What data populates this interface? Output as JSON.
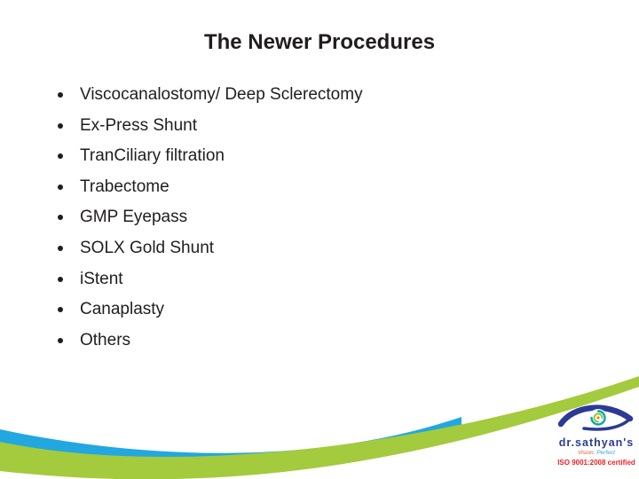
{
  "colors": {
    "ink": "#211d1e",
    "green": "#a4ca3d",
    "blue": "#22a7e0",
    "navy": "#2b3a94",
    "teal": "#00a9a7",
    "lime": "#8dc63f",
    "orange": "#e8821e",
    "tagline1": "#d85c3a",
    "tagline2": "#2aa9df",
    "red": "#ed2024"
  },
  "slide": {
    "title": "The Newer Procedures",
    "bullets": [
      "Viscocanalostomy/ Deep Sclerectomy",
      "Ex-Press Shunt",
      "TranCiliary filtration",
      "Trabectome",
      "GMP Eyepass",
      "SOLX Gold Shunt",
      "iStent",
      "Canaplasty",
      "Others"
    ]
  },
  "logo": {
    "brand": "dr.sathyan's",
    "tagline_word1": "Vision.",
    "tagline_word2": "Perfect",
    "certification": "ISO 9001:2008 certified",
    "icon": "eye-icon"
  }
}
